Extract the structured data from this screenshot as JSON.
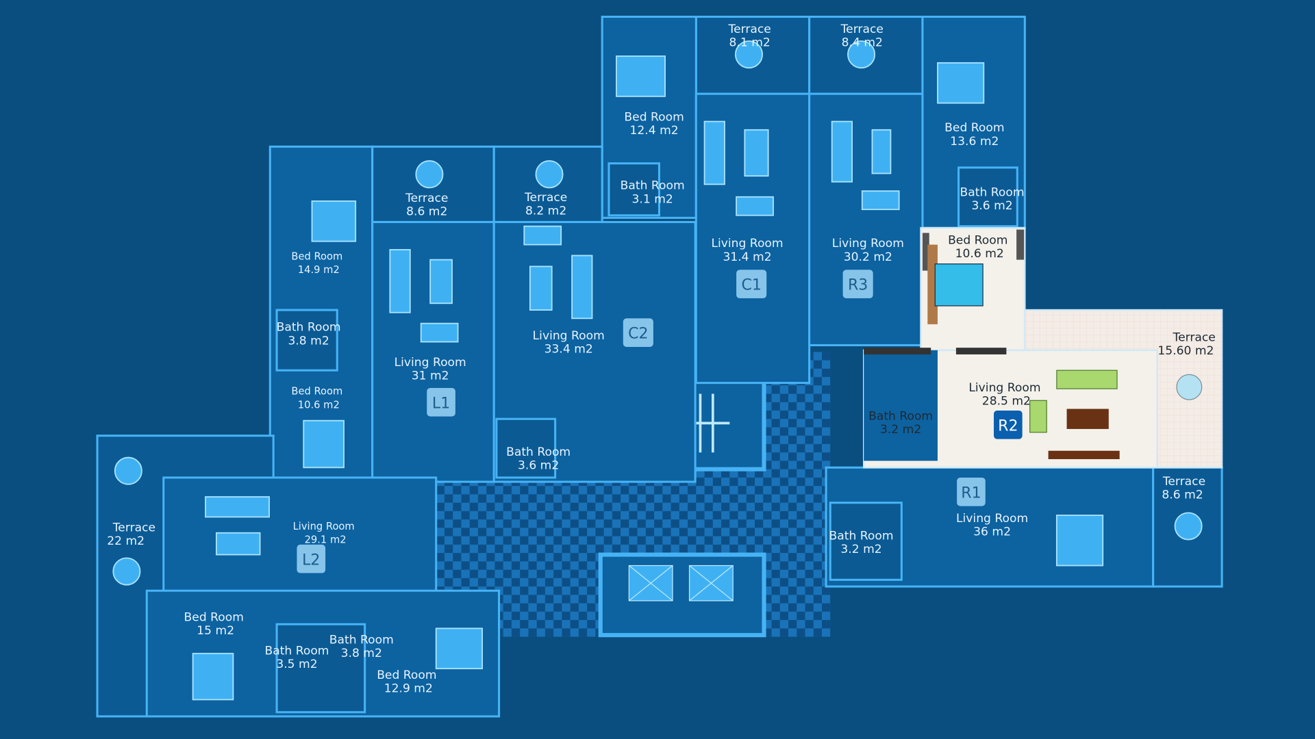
{
  "colors": {
    "background": "#0a4e7f",
    "room": "#0d62a0",
    "wall": "#47b3f5",
    "highlight_unit": "#f3f1ea"
  },
  "units": [
    {
      "id": "L1"
    },
    {
      "id": "L2"
    },
    {
      "id": "C1"
    },
    {
      "id": "C2"
    },
    {
      "id": "R1"
    },
    {
      "id": "R2",
      "selected": true
    },
    {
      "id": "R3"
    }
  ],
  "rooms": [
    {
      "name": "Terrace",
      "area": "8.1 m2"
    },
    {
      "name": "Terrace",
      "area": "8.4 m2"
    },
    {
      "name": "Bed Room",
      "area": "12.4 m2"
    },
    {
      "name": "Bed Room",
      "area": "13.6 m2"
    },
    {
      "name": "Bath Room",
      "area": "3.1 m2"
    },
    {
      "name": "Bath Room",
      "area": "3.6 m2"
    },
    {
      "name": "Living Room",
      "area": "31.4  m2"
    },
    {
      "name": "Living Room",
      "area": "30.2  m2"
    },
    {
      "name": "Terrace",
      "area": "8.6 m2"
    },
    {
      "name": "Terrace",
      "area": "8.2 m2"
    },
    {
      "name": "Bed Room",
      "area": "14.9 m2"
    },
    {
      "name": "Bath Room",
      "area": "3.8 m2"
    },
    {
      "name": "Living Room",
      "area": "31 m2"
    },
    {
      "name": "Living Room",
      "area": "33.4  m2"
    },
    {
      "name": "Bath Room",
      "area": "3.6 m2"
    },
    {
      "name": "Bed Room",
      "area": "10.6 m2"
    },
    {
      "name": "Terrace",
      "area": "22 m2"
    },
    {
      "name": "Living Room",
      "area": "29.1 m2"
    },
    {
      "name": "Bed Room",
      "area": "15 m2"
    },
    {
      "name": "Bath Room",
      "area": "3.5 m2"
    },
    {
      "name": "Bath Room",
      "area": "3.8 m2"
    },
    {
      "name": "Bed Room",
      "area": "12.9 m2"
    },
    {
      "name": "Bed Room",
      "area": "10.6 m2"
    },
    {
      "name": "Terrace",
      "area": "15.60 m2"
    },
    {
      "name": "Living Room",
      "area": "28.5 m2"
    },
    {
      "name": "Bath Room",
      "area": "3.2 m2"
    },
    {
      "name": "Terrace",
      "area": "8.6 m2"
    },
    {
      "name": "Living Room",
      "area": "36  m2"
    },
    {
      "name": "Bath Room",
      "area": "3.2 m2"
    }
  ]
}
